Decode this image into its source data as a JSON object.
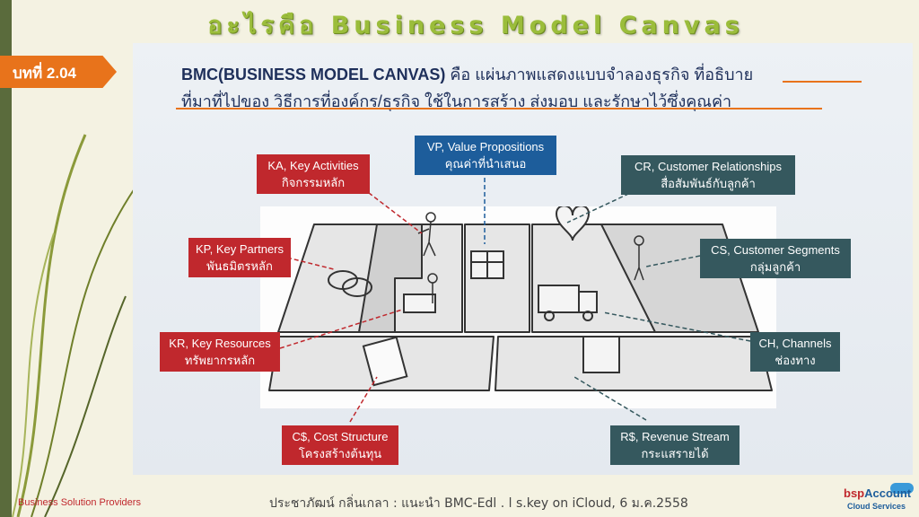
{
  "slide": {
    "title": "อะไรคือ Business Model Canvas",
    "chapter_badge": "บทที่ 2.04",
    "definition": {
      "term": "BMC(BUSINESS MODEL CANVAS)",
      "line1_rest": " คือ แผ่นภาพแสดงแบบจำลองธุรกิจ ",
      "line1_highlight": "ที่อธิบาย",
      "line2": "ที่มาที่ไปของ วิธีการที่องค์กร/ธุรกิจ ใช้ในการสร้าง ส่งมอบ และรักษาไว้ซึ่งคุณค่า"
    },
    "footer_left": "Business Solution Providers",
    "footer_center": "ประชาภัฒน์ กลิ่นเกลา : แนะนำ BMC-Edl . l s.key on iCloud, 6 ม.ค.2558",
    "logo": {
      "main_a": "bsp",
      "main_b": "Account",
      "sub": "Cloud Services"
    }
  },
  "labels": {
    "vp": {
      "en": "VP, Value Propositions",
      "th": "คุณค่าที่นำเสนอ"
    },
    "ka": {
      "en": "KA, Key Activities",
      "th": "กิจกรรมหลัก"
    },
    "kp": {
      "en": "KP, Key Partners",
      "th": "พันธมิตรหลัก"
    },
    "kr": {
      "en": "KR, Key Resources",
      "th": "ทรัพยากรหลัก"
    },
    "cs_cost": {
      "en": "C$, Cost Structure",
      "th": "โครงสร้างต้นทุน"
    },
    "cr": {
      "en": "CR, Customer Relationships",
      "th": "สื่อสัมพันธ์กับลูกค้า"
    },
    "cs": {
      "en": "CS, Customer Segments",
      "th": "กลุ่มลูกค้า"
    },
    "ch": {
      "en": "CH, Channels",
      "th": "ช่องทาง"
    },
    "rs": {
      "en": "R$, Revenue Stream",
      "th": "กระแสรายได้"
    }
  },
  "colors": {
    "title_green": "#9bbd3b",
    "badge_orange": "#e8731b",
    "label_red": "#c0282d",
    "label_blue": "#1d5d9b",
    "label_teal": "#35585e"
  }
}
